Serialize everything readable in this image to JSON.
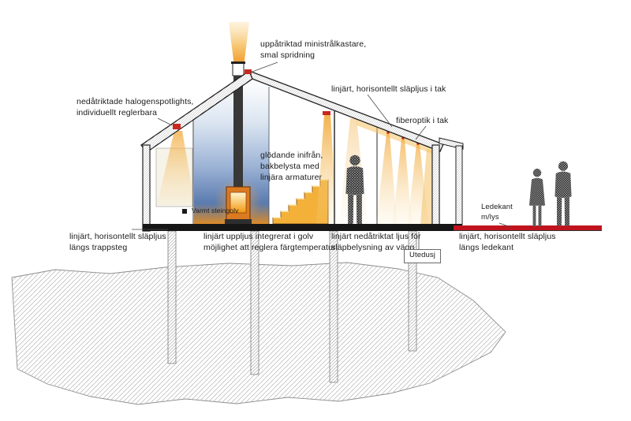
{
  "colors": {
    "accent_red": "#c8281e",
    "ledge_red": "#c0131d",
    "warm_light": "#f2a93b",
    "glow_blue_deep": "#49699f",
    "ink": "#1a1a1a"
  },
  "icons": {
    "luminaire_marker": "small red rectangle",
    "floor_marker": "small black square"
  },
  "annotations": {
    "uplight_spot": "uppåtriktad ministrålkastare,\nsmal spridning",
    "ceiling_graze": "linjärt, horisontellt släpljus i tak",
    "fiber_optic": "fiberoptik i tak",
    "halogen_spots": "nedåtriktade halogenspotlights,\nindividuellt reglerbara",
    "inner_glow": "glödande inifrån,\nbakbelysta med\nlinjära armaturer",
    "warm_floor": "Varmt steingolv",
    "stair_graze": "linjärt, horisontellt släpljus\nlängs trappsteg",
    "floor_uplight": "linjärt uppljus integrerat i golv\nmöjlighet att reglera färgtemperatur",
    "wall_wash_down": "linjärt nedåtriktat ljus för\nsläpbelysning av vägg",
    "outdoor_shower": "Utedusj",
    "ledge_light": "Ledekant\nm/lys",
    "ledge_graze": "linjärt, horisontellt släpljus\nlängs ledekant"
  }
}
